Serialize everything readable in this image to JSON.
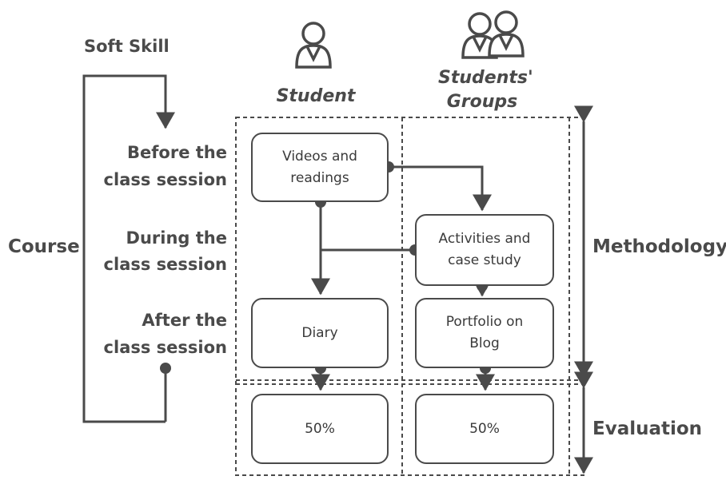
{
  "soft_skill_label": "Soft Skill",
  "course_label": "Course",
  "columns": {
    "student": "Student",
    "groups_line1": "Students'",
    "groups_line2": "Groups"
  },
  "rows": {
    "before_line1": "Before the",
    "before_line2": "class session",
    "during_line1": "During the",
    "during_line2": "class session",
    "after_line1": "After the",
    "after_line2": "class session"
  },
  "boxes": {
    "videos_line1": "Videos and",
    "videos_line2": "readings",
    "activities_line1": "Activities and",
    "activities_line2": "case study",
    "diary": "Diary",
    "portfolio_line1": "Portfolio on",
    "portfolio_line2": "Blog",
    "student_eval": "50%",
    "groups_eval": "50%"
  },
  "side_labels": {
    "methodology": "Methodology",
    "evaluation": "Evaluation"
  },
  "colors": {
    "stroke": "#4a4a4a",
    "text": "#3a3a3a"
  }
}
